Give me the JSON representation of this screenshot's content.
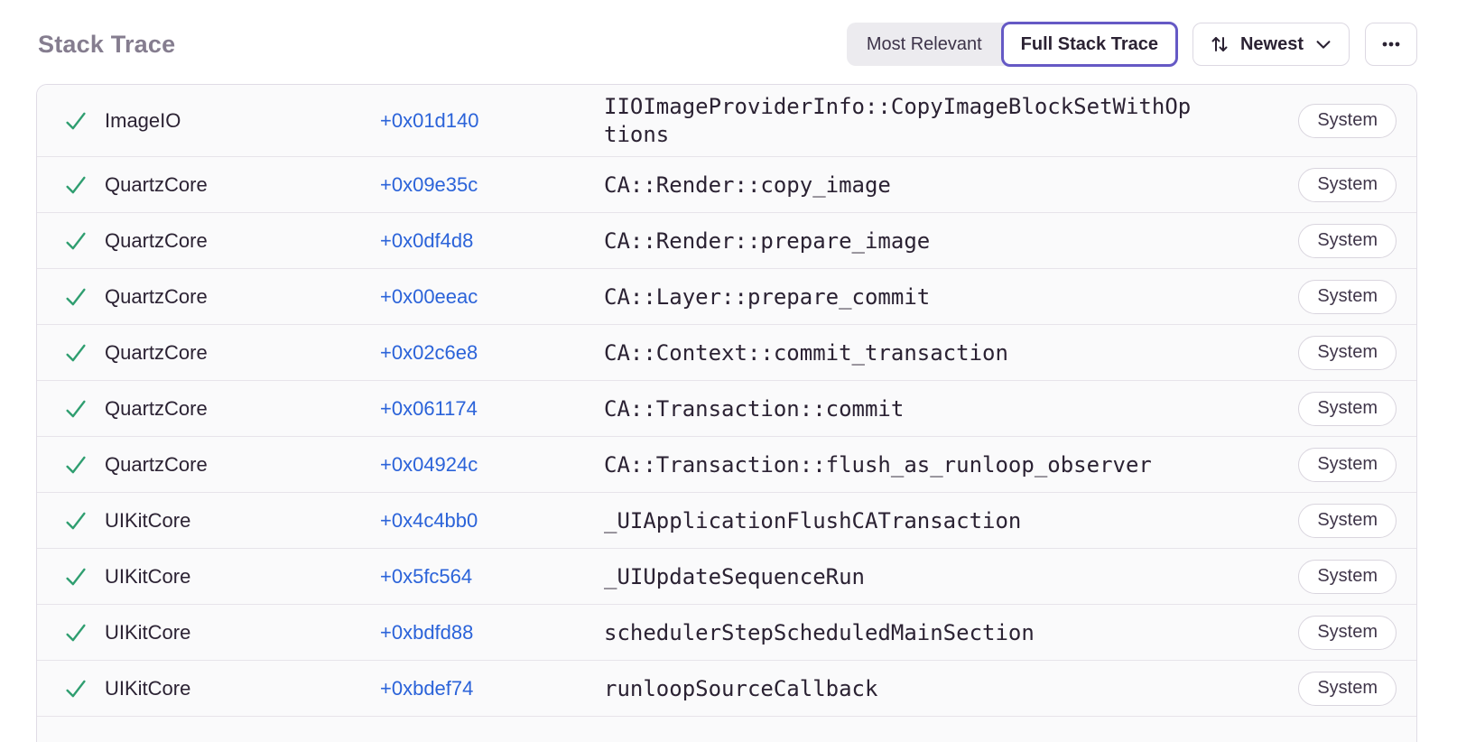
{
  "header": {
    "title": "Stack Trace",
    "view_toggle": {
      "options": [
        {
          "label": "Most Relevant",
          "selected": false
        },
        {
          "label": "Full Stack Trace",
          "selected": true
        }
      ]
    },
    "sort_button": {
      "label": "Newest"
    }
  },
  "colors": {
    "accent_purple": "#6559c5",
    "link_blue": "#2b63d9",
    "check_green": "#2f9e70",
    "title_gray": "#857d8f",
    "text_dark": "#2b2233",
    "row_background": "#fafafb",
    "row_divider": "#e7e4ea",
    "table_border": "#e0dce6"
  },
  "stack_trace": {
    "frames": [
      {
        "module": "ImageIO",
        "address": "+0x01d140",
        "function": "IIOImageProviderInfo::CopyImageBlockSetWithOptions",
        "badge": "System"
      },
      {
        "module": "QuartzCore",
        "address": "+0x09e35c",
        "function": "CA::Render::copy_image",
        "badge": "System"
      },
      {
        "module": "QuartzCore",
        "address": "+0x0df4d8",
        "function": "CA::Render::prepare_image",
        "badge": "System"
      },
      {
        "module": "QuartzCore",
        "address": "+0x00eeac",
        "function": "CA::Layer::prepare_commit",
        "badge": "System"
      },
      {
        "module": "QuartzCore",
        "address": "+0x02c6e8",
        "function": "CA::Context::commit_transaction",
        "badge": "System"
      },
      {
        "module": "QuartzCore",
        "address": "+0x061174",
        "function": "CA::Transaction::commit",
        "badge": "System"
      },
      {
        "module": "QuartzCore",
        "address": "+0x04924c",
        "function": "CA::Transaction::flush_as_runloop_observer",
        "badge": "System"
      },
      {
        "module": "UIKitCore",
        "address": "+0x4c4bb0",
        "function": "_UIApplicationFlushCATransaction",
        "badge": "System"
      },
      {
        "module": "UIKitCore",
        "address": "+0x5fc564",
        "function": "_UIUpdateSequenceRun",
        "badge": "System"
      },
      {
        "module": "UIKitCore",
        "address": "+0xbdfd88",
        "function": "schedulerStepScheduledMainSection",
        "badge": "System"
      },
      {
        "module": "UIKitCore",
        "address": "+0xbdef74",
        "function": "runloopSourceCallback",
        "badge": "System"
      }
    ]
  }
}
